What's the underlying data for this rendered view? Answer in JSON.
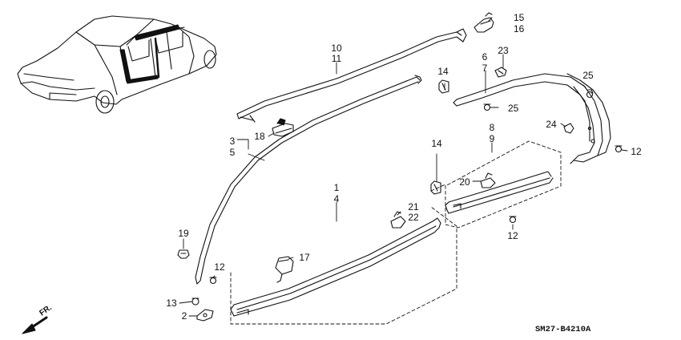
{
  "diagram": {
    "code": "SM27-B4210A",
    "front_label": "FR.",
    "callouts": {
      "c1": "1",
      "c4": "4",
      "c2": "2",
      "c13": "13",
      "c3": "3",
      "c5": "5",
      "c6": "6",
      "c7": "7",
      "c8": "8",
      "c9": "9",
      "c10": "10",
      "c11": "11",
      "c12a": "12",
      "c12b": "12",
      "c12c": "12",
      "c14a": "14",
      "c14b": "14",
      "c15": "15",
      "c16": "16",
      "c17": "17",
      "c18": "18",
      "c19": "19",
      "c20": "20",
      "c21": "21",
      "c22": "22",
      "c23": "23",
      "c24": "24",
      "c25a": "25",
      "c25b": "25"
    }
  }
}
